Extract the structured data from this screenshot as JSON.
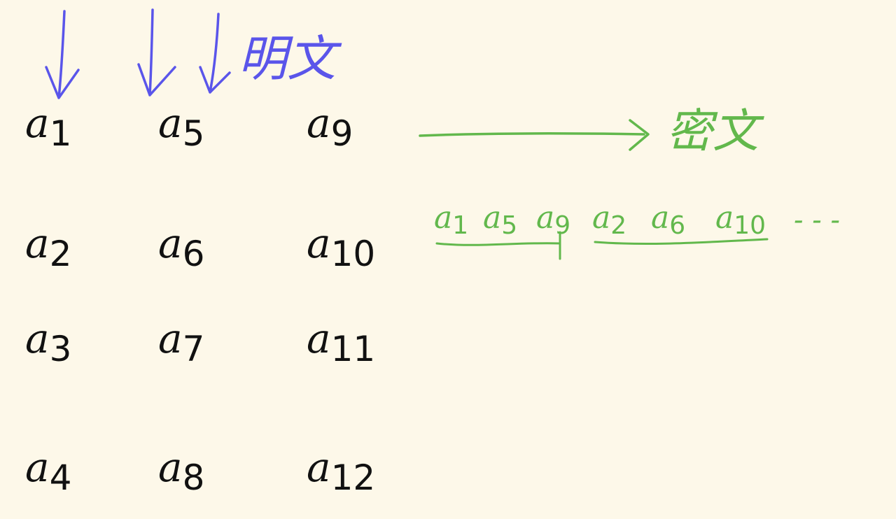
{
  "colors": {
    "background": "#fdf8e9",
    "ink": "#111111",
    "blue": "#5a55ea",
    "green": "#62b84c"
  },
  "plaintext_label": "明文",
  "ciphertext_label": "密文",
  "grid": {
    "letter": "a",
    "columns": [
      [
        "1",
        "2",
        "3",
        "4"
      ],
      [
        "5",
        "6",
        "7",
        "8"
      ],
      [
        "9",
        "10",
        "11",
        "12"
      ]
    ]
  },
  "sequence": {
    "groups": [
      [
        "1",
        "5",
        "9"
      ],
      [
        "2",
        "6",
        "10"
      ]
    ],
    "ellipsis": "- - -"
  }
}
